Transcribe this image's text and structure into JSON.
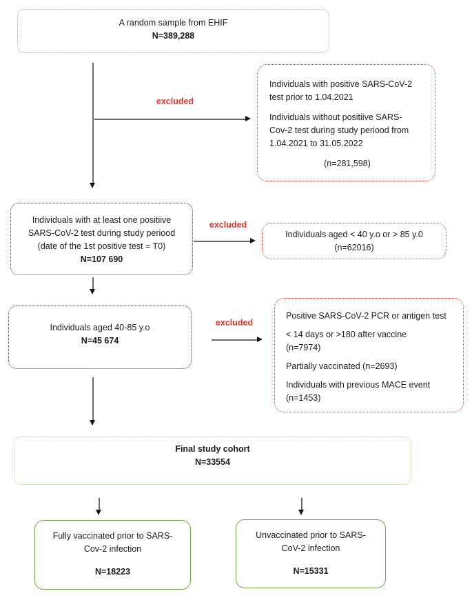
{
  "diagram": {
    "excluded_label": "excluded",
    "colors": {
      "blue_border": "#8faadc",
      "red_border": "#ee372b",
      "red_text": "#e8352b",
      "black_border": "#3f3f3f",
      "green_dotted_border": "#a9d18e",
      "green_solid_border": "#70ad47",
      "arrow": "#6a6a6a"
    },
    "boxes": {
      "sample": {
        "title": "A random sample from EHIF",
        "n": "N=389,288"
      },
      "excluded_prior": {
        "p1_l1": "Individuals with positive SARS-CoV-2",
        "p1_l2": "test prior to 1.04.2021",
        "p2_l1": "Individuals without positiive SARS-",
        "p2_l2": "Cov-2 test during study periood from",
        "p2_l3": "1.04.2021 to 31.05.2022",
        "n": "(n=281,598)"
      },
      "positive_test": {
        "l1": "Individuals with at least one positiive",
        "l2": "SARS-CoV-2 test during study periood",
        "l3": "(date of the 1st positive test = T0)",
        "n": "N=107 690"
      },
      "excluded_age": {
        "l1": "Individuals aged < 40 y.o or > 85 y.0",
        "n": "(n=62016)"
      },
      "aged": {
        "l1": "Individuals aged 40-85 y.o",
        "n": "N=45 674"
      },
      "excluded_vax": {
        "p1": "Positive SARS-CoV-2 PCR or antigen test",
        "p2_l1": "< 14 days or >180 after vaccine",
        "p2_l2": "(n=7974)",
        "p3": "Partially vaccinated (n=2693)",
        "p4_l1": "Individuals with previous MACE event",
        "p4_l2": "(n=1453)"
      },
      "final": {
        "l1": "Final study cohort",
        "n": "N=33554"
      },
      "vaccinated": {
        "l1": "Fully vaccinated prior to SARS-",
        "l2": "Cov-2 infection",
        "n": "N=18223"
      },
      "unvaccinated": {
        "l1": "Unvaccinated prior to SARS-",
        "l2": "CoV-2 infection",
        "n": "N=15331"
      }
    }
  }
}
